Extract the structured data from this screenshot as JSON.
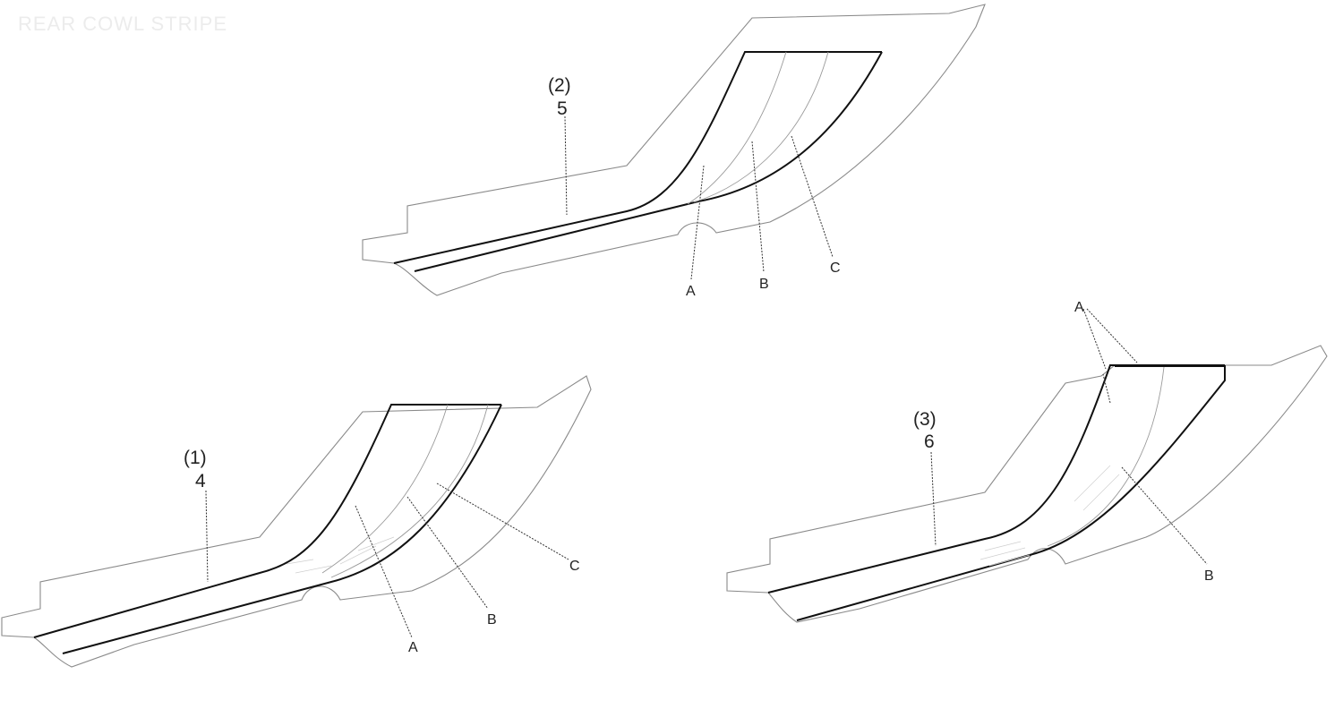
{
  "title": "REAR COWL STRIPE",
  "views": {
    "top": {
      "variant": "(2)",
      "part_no": "5",
      "labels": [
        "A",
        "B",
        "C"
      ]
    },
    "left": {
      "variant": "(1)",
      "part_no": "4",
      "labels": [
        "A",
        "B",
        "C"
      ]
    },
    "right": {
      "variant": "(3)",
      "part_no": "6",
      "labels": [
        "A",
        "B"
      ]
    }
  },
  "colors": {
    "line": "#111111",
    "outline": "#8a8a8a",
    "label": "#222222"
  }
}
